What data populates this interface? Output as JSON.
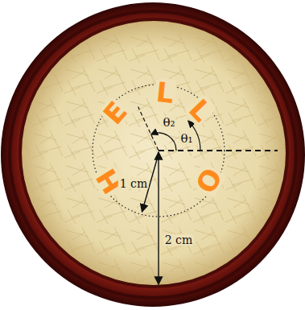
{
  "diagram": {
    "labels": [
      "H",
      "E",
      "L",
      "L",
      "O",
      "θ₂",
      "θ₁",
      "1 cm",
      "2 cm"
    ]
  }
}
